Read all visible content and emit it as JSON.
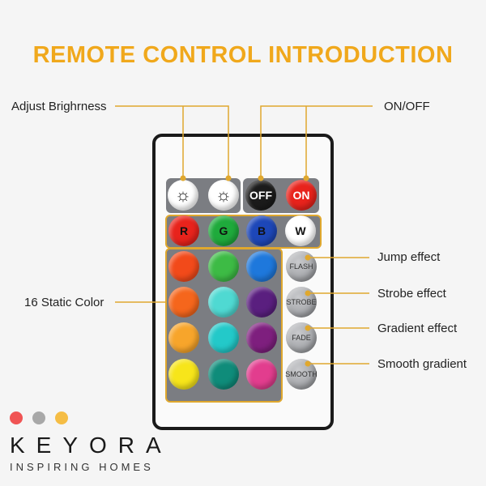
{
  "title": "REMOTE CONTROL INTRODUCTION",
  "labels": {
    "brightness": "Adjust Brighrness",
    "onoff": "ON/OFF",
    "static": "16 Static Color",
    "jump": "Jump effect",
    "strobe": "Strobe effect",
    "gradient": "Gradient effect",
    "smooth": "Smooth gradient"
  },
  "top_buttons": [
    {
      "label": "",
      "icon": "brightness-up-icon",
      "color": "#ffffff",
      "text": "#222"
    },
    {
      "label": "",
      "icon": "brightness-down-icon",
      "color": "#ffffff",
      "text": "#222"
    },
    {
      "label": "OFF",
      "color": "#1b1b1b",
      "text": "#ffffff"
    },
    {
      "label": "ON",
      "color": "#e8231c",
      "text": "#ffffff"
    }
  ],
  "rgbw": [
    {
      "label": "R",
      "color": "#e8231c"
    },
    {
      "label": "G",
      "color": "#1faa3c"
    },
    {
      "label": "B",
      "color": "#1d47b8"
    },
    {
      "label": "W",
      "color": "#ffffff"
    }
  ],
  "static_colors": [
    "#f24a1a",
    "#3dbb45",
    "#1e78dc",
    "#f5661c",
    "#4fd9d2",
    "#5a1f7f",
    "#f7a52b",
    "#23c9c9",
    "#7e1f7e",
    "#f7e51a",
    "#0f8c7a",
    "#e23d8e"
  ],
  "effects": [
    "FLASH",
    "STROBE",
    "FADE",
    "SMOOTH"
  ],
  "accent": "#e0a82e",
  "brand": {
    "name": "KEYORA",
    "tagline": "INSPIRING HOMES",
    "dots": [
      "#f05454",
      "#a8a8a8",
      "#f5bd45"
    ]
  }
}
